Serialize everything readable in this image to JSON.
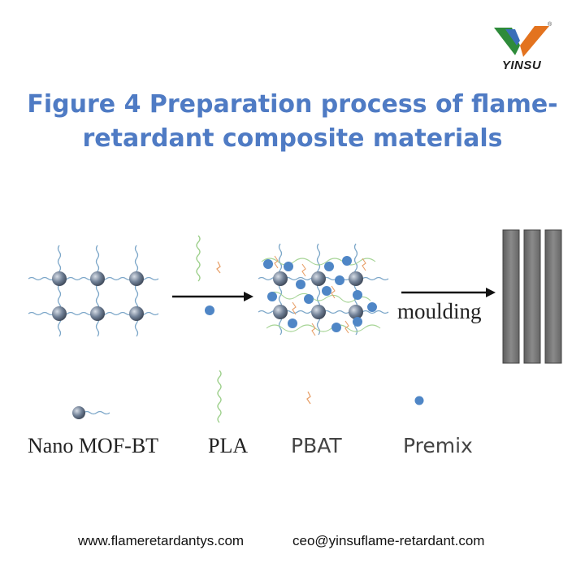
{
  "brand": {
    "name": "YINSU",
    "mark": "®"
  },
  "title": "Figure 4 Preparation process of flame-retardant composite materials",
  "diagram": {
    "arrow_label": "moulding"
  },
  "legend": {
    "mof": "Nano MOF-BT",
    "pla": "PLA",
    "pbat": "PBAT",
    "premix": "Premix"
  },
  "footer": {
    "website": "www.flameretardantys.com",
    "email": "ceo@yinsuflame-retardant.com"
  },
  "colors": {
    "title": "#4f7bc4",
    "mof_sphere": "#6f7f95",
    "mof_chain": "#7ba6c8",
    "pla_chain": "#9ccf8a",
    "pbat_chain": "#e8a06a",
    "premix_dot": "#4f86c6",
    "bar": "#7a7a7a"
  }
}
